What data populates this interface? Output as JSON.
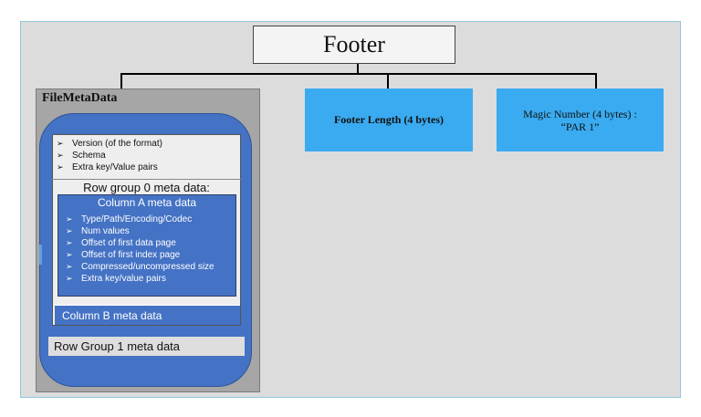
{
  "footer": {
    "title": "Footer"
  },
  "file_meta_data": {
    "title": "FileMetaData",
    "top_items": [
      "Version (of the format)",
      "Schema",
      "Extra key/Value pairs"
    ],
    "row_group_0": {
      "title": "Row group 0 meta data:",
      "column_a": {
        "title": "Column A meta data",
        "items": [
          "Type/Path/Encoding/Codec",
          "Num values",
          "Offset of first data page",
          "Offset of first index page",
          "Compressed/uncompressed size",
          "Extra key/value pairs"
        ]
      },
      "column_b": {
        "title": "Column B meta data"
      }
    },
    "row_group_1": {
      "title": "Row Group 1 meta data"
    }
  },
  "footer_length": {
    "label": "Footer Length (4 bytes)"
  },
  "magic_number": {
    "line1": "Magic Number (4 bytes) :",
    "line2": "“PAR 1”"
  },
  "colors": {
    "blue": "#4472c4",
    "cyan": "#3aabf0",
    "gray": "#a6a6a6",
    "background": "#dcdcdc"
  },
  "bullet_symbol": "➢"
}
